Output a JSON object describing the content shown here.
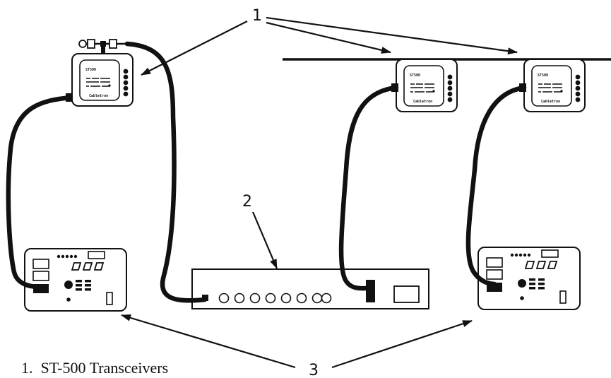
{
  "callouts": {
    "one": "1",
    "two": "2",
    "three": "3"
  },
  "legend": {
    "item_1": "1.  ST-500 Transceivers"
  },
  "transceiver": {
    "model": "ST500",
    "brand": "Cabletron"
  }
}
